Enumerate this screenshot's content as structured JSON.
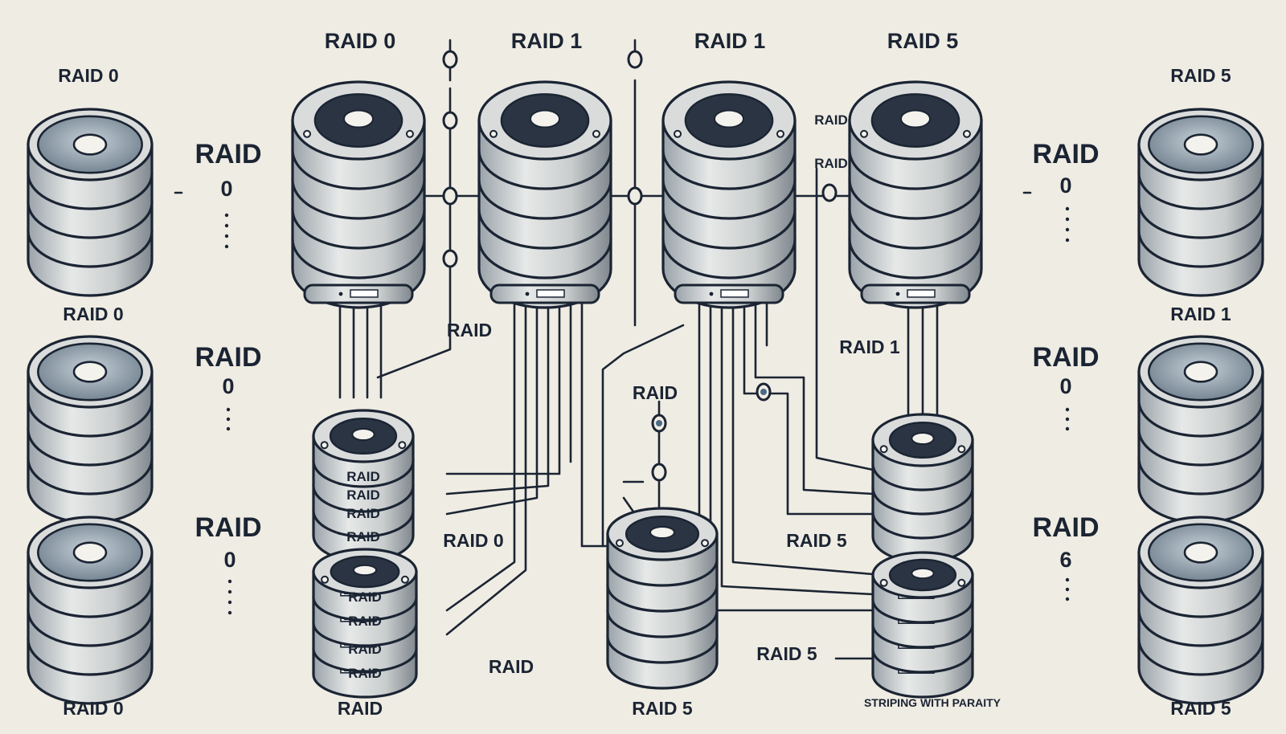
{
  "labels": {
    "top_raid0": "RAID 0",
    "top_raid1_a": "RAID 1",
    "top_raid1_b": "RAID 1",
    "top_raid5": "RAID 5",
    "left_top": "RAID 0",
    "left_mid": "RAID 0",
    "left_bottom": "RAID 0",
    "right_top": "RAID 5",
    "right_mid": "RAID 1",
    "right_bottom": "RAID 5",
    "side_left_1": "RAID",
    "side_left_1_sub": "0",
    "side_left_2": "RAID",
    "side_left_2_sub": "0",
    "side_left_3": "RAID",
    "side_left_3_sub": "0",
    "side_right_1": "RAID",
    "side_right_1_sub": "0",
    "side_right_2": "RAID",
    "side_right_2_sub": "0",
    "side_right_3": "RAID",
    "side_right_3_sub": "6",
    "center_raid_a": "RAID",
    "center_raid_b": "RAID",
    "small_raid_1": "RAID",
    "small_raid_2": "RAID",
    "mid_raid_1": "RAID 1",
    "mid_raid0": "RAID 0",
    "mid_raid5": "RAID 5",
    "center_raid": "RAID",
    "bottom_raid": "RAID",
    "bottom_raid5_center": "RAID 5",
    "bottom_left_raid": "RAID",
    "raid5_arrow": "RAID 5",
    "parity_caption": "STRIPING WITH PARAITY"
  },
  "stack_labels": {
    "a1": "RAID",
    "a2": "RAID",
    "a3": "RAID",
    "a4": "RAID",
    "b1": "RAID",
    "b2": "RAID",
    "b3": "RAID",
    "b4": "RAID"
  }
}
